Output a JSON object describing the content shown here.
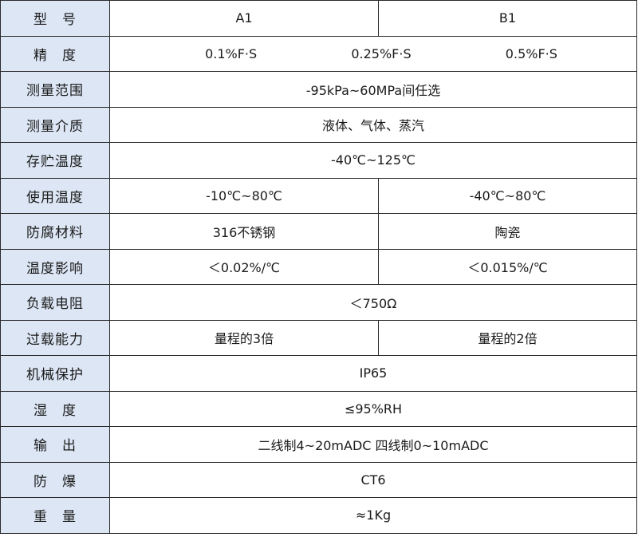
{
  "rows": [
    {
      "label": "型　号",
      "a": "A1",
      "b": "B1"
    },
    {
      "label": "精　度",
      "values": [
        "0.1%F·S",
        "0.25%F·S",
        "0.5%F·S"
      ]
    },
    {
      "label": "测量范围",
      "value": "-95kPa~60MPa间任选"
    },
    {
      "label": "测量介质",
      "value": "液体、气体、蒸汽"
    },
    {
      "label": "存贮温度",
      "value": "-40℃~125℃"
    },
    {
      "label": "使用温度",
      "a": "-10℃~80℃",
      "b": "-40℃~80℃"
    },
    {
      "label": "防腐材料",
      "a": "316不锈钢",
      "b": "陶瓷"
    },
    {
      "label": "温度影响",
      "a": "＜0.02%/℃",
      "b": "＜0.015%/℃"
    },
    {
      "label": "负载电阻",
      "value": "＜750Ω"
    },
    {
      "label": "过载能力",
      "a": "量程的3倍",
      "b": "量程的2倍"
    },
    {
      "label": "机械保护",
      "value": "IP65"
    },
    {
      "label": "湿　度",
      "value": "≤95%RH"
    },
    {
      "label": "输　出",
      "value": "二线制4~20mADC 四线制0~10mADC"
    },
    {
      "label": "防　爆",
      "value": "CT6"
    },
    {
      "label": "重　量",
      "value": "≈1Kg"
    }
  ],
  "colors": {
    "label_bg": "#dce6f4",
    "border": "#2a2a2a",
    "text": "#1a1a1a"
  }
}
